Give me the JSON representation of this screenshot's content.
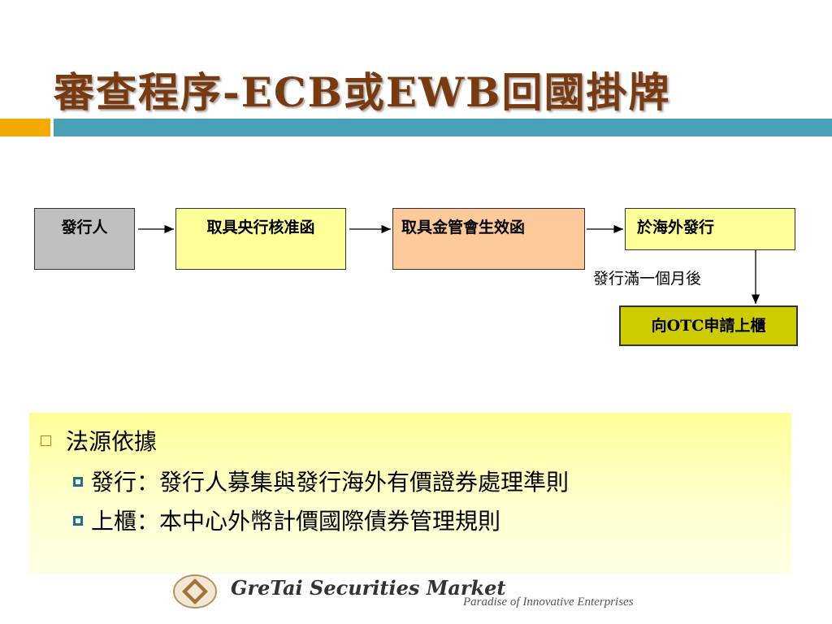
{
  "slide": {
    "title": "審查程序-ECB或EWB回國掛牌"
  },
  "flow": {
    "box1": "發行人",
    "box2": "取具央行核准函",
    "box3": "取具金管會生效函",
    "box4": "於海外發行",
    "box5": "向OTC申請上櫃",
    "note": "發行滿一個月後"
  },
  "content": {
    "heading": "法源依據",
    "items": [
      "發行：發行人募集與發行海外有價證券處理準則",
      "上櫃：本中心外幣計價國際債券管理規則"
    ]
  },
  "footer": {
    "logo_text": "GreTai Securities Market",
    "tagline": "Paradise of Innovative Enterprises"
  },
  "colors": {
    "title": "#7a3a10",
    "accent_orange": "#f2a900",
    "accent_teal": "#4aa0b7",
    "box_gray": "#c0c0c0",
    "box_yellow": "#ffff99",
    "box_peach": "#fcc99a",
    "box_olive": "#cccc00"
  }
}
